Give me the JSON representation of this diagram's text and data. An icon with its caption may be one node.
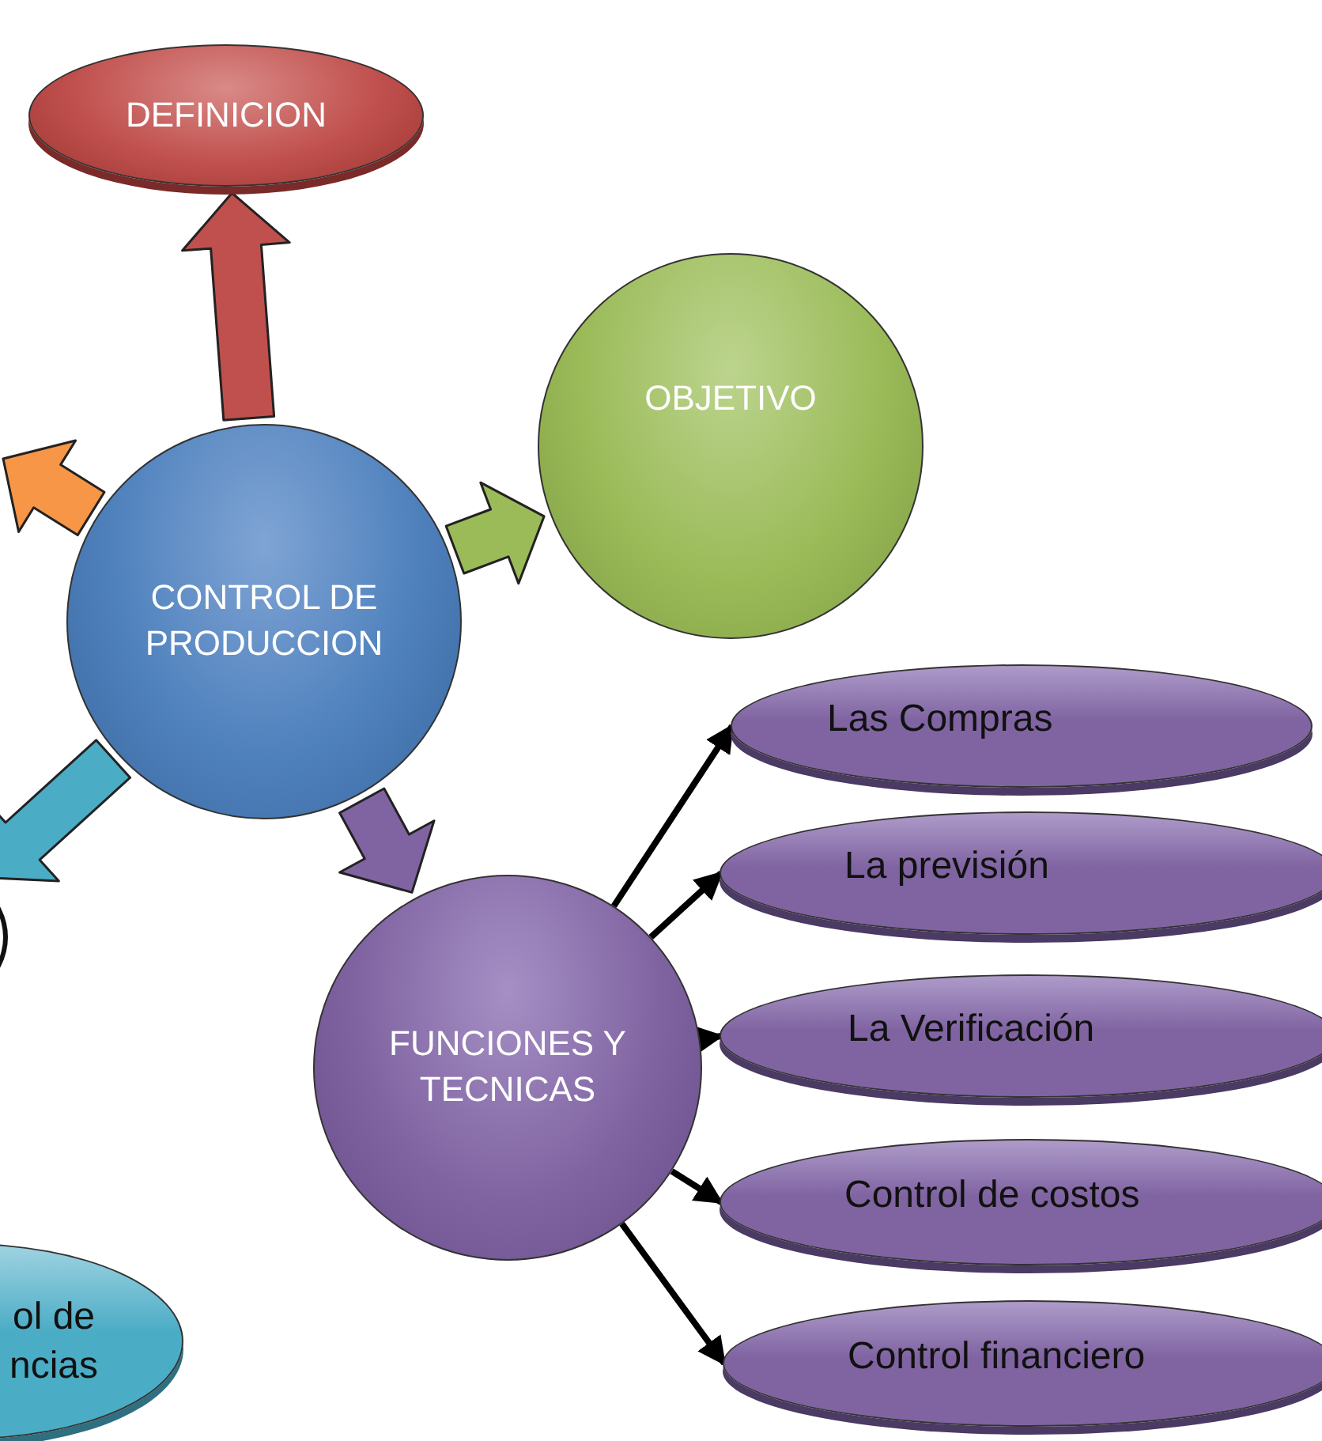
{
  "diagram": {
    "nodes": [
      {
        "text": [
          "DEFINICION"
        ]
      },
      {
        "text": [
          "CONTROL DE PRODUCCION"
        ]
      },
      {
        "text": [
          "OBJETIVO"
        ]
      },
      {
        "text": [
          "FUNCIONES Y TECNICAS"
        ]
      },
      {
        "text": [
          "Las Compras"
        ]
      },
      {
        "text": [
          "La previsión"
        ]
      },
      {
        "text": [
          "La Verificación"
        ]
      },
      {
        "text": [
          "Control de costos"
        ]
      },
      {
        "text": [
          "Control financiero"
        ]
      },
      {
        "text": [
          "ol de ncias"
        ]
      },
      {
        "text": [],
        "shape": "circle"
      }
    ],
    "edges": [
      {
        "from": 1,
        "to": 0,
        "arrow": "to",
        "style": "thick",
        "color": "#c0504d"
      },
      {
        "from": 1,
        "to": 2,
        "arrow": "to",
        "style": "thick",
        "color": "#9bbb59"
      },
      {
        "from": 1,
        "to": 3,
        "arrow": "to",
        "style": "thick",
        "color": "#8064a2"
      },
      {
        "from": 1,
        "to": null,
        "arrow": "to",
        "style": "thick",
        "color": "#f79646"
      },
      {
        "from": 1,
        "to": 10,
        "arrow": "to",
        "style": "thick",
        "color": "#4bacc6"
      },
      {
        "from": 3,
        "to": 4,
        "arrow": "to"
      },
      {
        "from": 3,
        "to": 5,
        "arrow": "to"
      },
      {
        "from": 3,
        "to": 6,
        "arrow": "to"
      },
      {
        "from": 3,
        "to": 7,
        "arrow": "to"
      },
      {
        "from": 3,
        "to": 8,
        "arrow": "to"
      }
    ]
  }
}
